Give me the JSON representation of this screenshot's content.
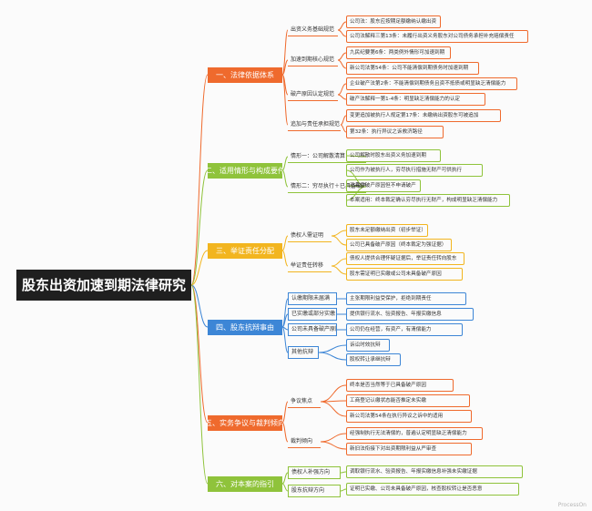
{
  "colors": {
    "s1": "#ef6a2d",
    "s2": "#8fc33b",
    "s3": "#f2b51f",
    "s4": "#3d86d6",
    "s5": "#ef6a2d",
    "s6": "#8fc33b"
  },
  "root": "股东出资加速到期法律研究",
  "watermark": "ProcessOn",
  "sections": [
    {
      "id": "s1",
      "label": "一、法律依据体系",
      "subs": [
        {
          "label": "出资义务基础规范",
          "leaves": [
            "公司法：股东应按期足额缴纳认缴出资",
            "公司法解释三第13条：未履行出资义务股东对公司债务承担补充赔偿责任"
          ]
        },
        {
          "label": "加速到期核心规范",
          "leaves": [
            "九民纪要第6条：两类例外情形可加速到期",
            "新公司法第54条：公司不能清偿到期债务时加速到期"
          ]
        },
        {
          "label": "破产原因认定规范",
          "leaves": [
            "企业破产法第2条：不能清偿到期债务且资不抵债或明显缺乏清偿能力",
            "破产法解释一第1-4条：明显缺乏清偿能力的认定"
          ]
        },
        {
          "label": "追加与责任承担规范",
          "leaves": [
            "变更追加被执行人规定第17条：未缴纳出资股东可被追加",
            "第32条：执行异议之诉救济路径"
          ]
        }
      ]
    },
    {
      "id": "s2",
      "label": "二、适用情形与构成要件",
      "subs": [
        {
          "label": "情形一：公司解散清算",
          "leaves": [
            "公司解散时股东出资义务加速到期"
          ]
        },
        {
          "label": "情形二：穷尽执行＋已具备破产原因",
          "leaves": [
            "公司作为被执行人，穷尽执行措施无财产可供执行",
            "已具备破产原因但不申请破产",
            "本案适用：终本裁定确认穷尽执行无财产，构成明显缺乏清偿能力"
          ]
        }
      ]
    },
    {
      "id": "s3",
      "label": "三、举证责任分配",
      "subs": [
        {
          "label": "债权人需证明",
          "leaves": [
            "股东未足额缴纳出资（初步举证）",
            "公司已具备破产原因（终本裁定为强证据）"
          ]
        },
        {
          "label": "举证责任转移",
          "leaves": [
            "债权人提供合理怀疑证据后，举证责任转向股东",
            "股东需证明已实缴或公司未具备破产原因"
          ]
        }
      ]
    },
    {
      "id": "s4",
      "label": "四、股东抗辩事由",
      "subs": [
        {
          "label": "认缴期限未届满",
          "leaves": [
            "主张期限利益受保护，拒绝到期责任"
          ]
        },
        {
          "label": "已实缴或部分实缴",
          "leaves": [
            "提供银行流水、验资报告、年报实缴信息"
          ]
        },
        {
          "label": "公司未具备破产原因",
          "leaves": [
            "公司仍在经营，有资产，有清偿能力"
          ]
        },
        {
          "label": "其他抗辩",
          "leaves": [
            "诉讼时效抗辩",
            "股权转让承继抗辩"
          ]
        }
      ]
    },
    {
      "id": "s5",
      "label": "五、实务争议与裁判倾向",
      "subs": [
        {
          "label": "争议焦点",
          "leaves": [
            "终本是否当然等于已具备破产原因",
            "工商登记认缴状态能否推定未实缴",
            "新公司法第54条在执行异议之诉中的适用"
          ]
        },
        {
          "label": "裁判倾向",
          "leaves": [
            "经强制执行无法清偿的，普遍认定明显缺乏清偿能力",
            "新旧法衔接下对出资期限利益从严审查"
          ]
        }
      ]
    },
    {
      "id": "s6",
      "label": "六、对本案的指引",
      "subs": [
        {
          "label": "债权人补强方向",
          "leaves": [
            "调取银行流水、验资报告、年报实缴信息补强未实缴证据"
          ]
        },
        {
          "label": "股东抗辩方向",
          "leaves": [
            "证明已实缴、公司未具备破产原因，核查股权转让是否恶意"
          ]
        }
      ]
    }
  ]
}
